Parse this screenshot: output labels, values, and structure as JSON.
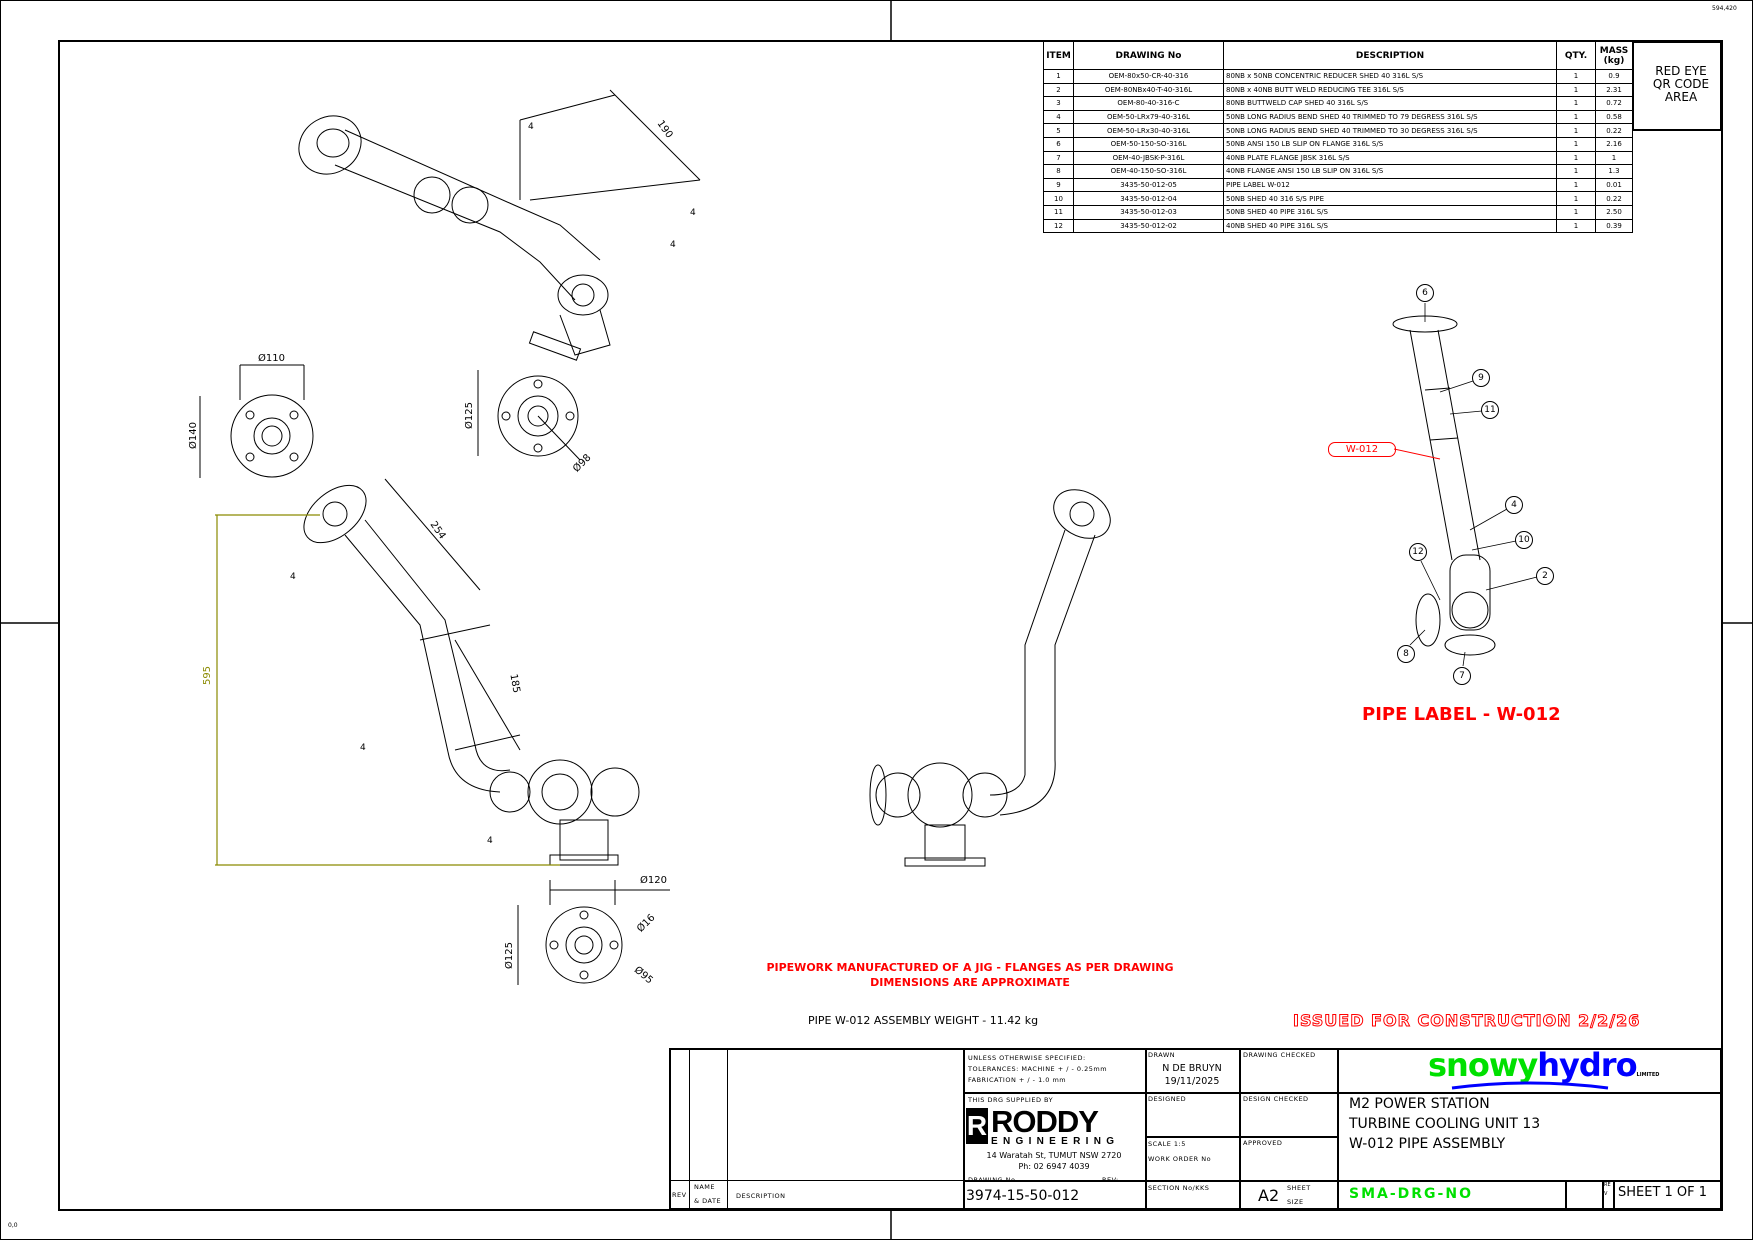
{
  "sheet": {
    "corner_coord": "594,420",
    "origin_coord": "0,0"
  },
  "qr_area": {
    "text": "RED EYE QR CODE AREA"
  },
  "bom": {
    "headers": [
      "ITEM",
      "DRAWING No",
      "DESCRIPTION",
      "QTY.",
      "MASS (kg)"
    ],
    "rows": [
      {
        "item": "1",
        "drawing": "OEM-80x50-CR-40-316",
        "desc": "80NB x 50NB CONCENTRIC REDUCER SHED 40 316L S/S",
        "qty": "1",
        "mass": "0.9"
      },
      {
        "item": "2",
        "drawing": "OEM-80NBx40-T-40-316L",
        "desc": "80NB x 40NB BUTT WELD REDUCING TEE 316L S/S",
        "qty": "1",
        "mass": "2.31"
      },
      {
        "item": "3",
        "drawing": "OEM-80-40-316-C",
        "desc": "80NB BUTTWELD CAP SHED 40 316L S/S",
        "qty": "1",
        "mass": "0.72"
      },
      {
        "item": "4",
        "drawing": "OEM-50-LRx79-40-316L",
        "desc": "50NB LONG RADIUS BEND SHED 40 TRIMMED TO 79 DEGRESS 316L S/S",
        "qty": "1",
        "mass": "0.58"
      },
      {
        "item": "5",
        "drawing": "OEM-50-LRx30-40-316L",
        "desc": "50NB LONG RADIUS BEND SHED 40 TRIMMED TO 30 DEGRESS 316L S/S",
        "qty": "1",
        "mass": "0.22"
      },
      {
        "item": "6",
        "drawing": "OEM-50-150-SO-316L",
        "desc": "50NB ANSI 150 LB SLIP ON FLANGE 316L S/S",
        "qty": "1",
        "mass": "2.16"
      },
      {
        "item": "7",
        "drawing": "OEM-40-JBSK-P-316L",
        "desc": "40NB PLATE FLANGE JBSK 316L S/S",
        "qty": "1",
        "mass": "1"
      },
      {
        "item": "8",
        "drawing": "OEM-40-150-SO-316L",
        "desc": "40NB FLANGE ANSI 150 LB SLIP ON 316L S/S",
        "qty": "1",
        "mass": "1.3"
      },
      {
        "item": "9",
        "drawing": "3435-50-012-05",
        "desc": "PIPE LABEL W-012",
        "qty": "1",
        "mass": "0.01"
      },
      {
        "item": "10",
        "drawing": "3435-50-012-04",
        "desc": "50NB SHED 40 316 S/S PIPE",
        "qty": "1",
        "mass": "0.22"
      },
      {
        "item": "11",
        "drawing": "3435-50-012-03",
        "desc": "50NB SHED 40 PIPE 316L S/S",
        "qty": "1",
        "mass": "2.50"
      },
      {
        "item": "12",
        "drawing": "3435-50-012-02",
        "desc": "40NB SHED 40 PIPE 316L S/S",
        "qty": "1",
        "mass": "0.39"
      }
    ]
  },
  "dimensions": {
    "d190": "190",
    "d110": "Ø110",
    "d140": "Ø140",
    "d125a": "Ø125",
    "d98": "Ø98",
    "d254": "254",
    "d185": "185",
    "d595": "595",
    "d120": "Ø120",
    "d125b": "Ø125",
    "d16": "Ø16",
    "d95": "Ø95",
    "weld": "4"
  },
  "balloons": [
    "6",
    "9",
    "11",
    "4",
    "10",
    "2",
    "12",
    "8",
    "7"
  ],
  "pipe_tag": "W-012",
  "label_view_title": "PIPE LABEL - W-012",
  "notes": {
    "jig_line1": "PIPEWORK MANUFACTURED OF A JIG - FLANGES AS PER DRAWING",
    "jig_line2": "DIMENSIONS ARE APPROXIMATE",
    "weight": "PIPE W-012 ASSEMBLY WEIGHT - 11.42 kg",
    "issued": "ISSUED FOR CONSTRUCTION 2/2/26"
  },
  "title_block": {
    "rev": "REV",
    "name_date_1": "NAME",
    "name_date_2": "& DATE",
    "description": "DESCRIPTION",
    "tolerances": [
      "UNLESS OTHERWISE SPECIFIED:",
      "TOLERANCES: MACHINE + / - 0.25mm",
      "FABRICATION + / - 1.0 mm"
    ],
    "supplied_by": "THIS DRG SUPPLIED BY",
    "company_logo": "RODDY ENGINEERING",
    "company_address": "14 Waratah St, TUMUT NSW 2720",
    "company_phone": "Ph: 02 6947 4039",
    "drawing_no_label": "DRAWING No.",
    "rev_label": "REV:",
    "drawing_no": "3974-15-50-012",
    "drawn_label": "DRAWN",
    "drawn_by": "N DE BRUYN",
    "drawn_date": "19/11/2025",
    "designed_label": "DESIGNED",
    "scale": "SCALE 1:5",
    "work_order": "WORK ORDER No",
    "section": "SECTION No/KKS",
    "drawing_checked": "DRAWING CHECKED",
    "design_checked": "DESIGN CHECKED",
    "approved": "APPROVED",
    "sheet_size": "A2",
    "sheet_label": "SHEET",
    "size_label": "SIZE",
    "client_logo_a": "snowy",
    "client_logo_b": "hydro",
    "client_logo_c": "LIMITED",
    "project": [
      "M2 POWER STATION",
      "TURBINE COOLING UNIT 13",
      "W-012 PIPE ASSEMBLY"
    ],
    "client_drg": "SMA-DRG-NO",
    "rev_v": "REV",
    "sheet_of": "SHEET 1 OF 1"
  },
  "colors": {
    "red": "#ff0000",
    "snowy_green": "#00e000",
    "hydro_blue": "#0000ff",
    "dim_olive": "#8a8a00"
  }
}
